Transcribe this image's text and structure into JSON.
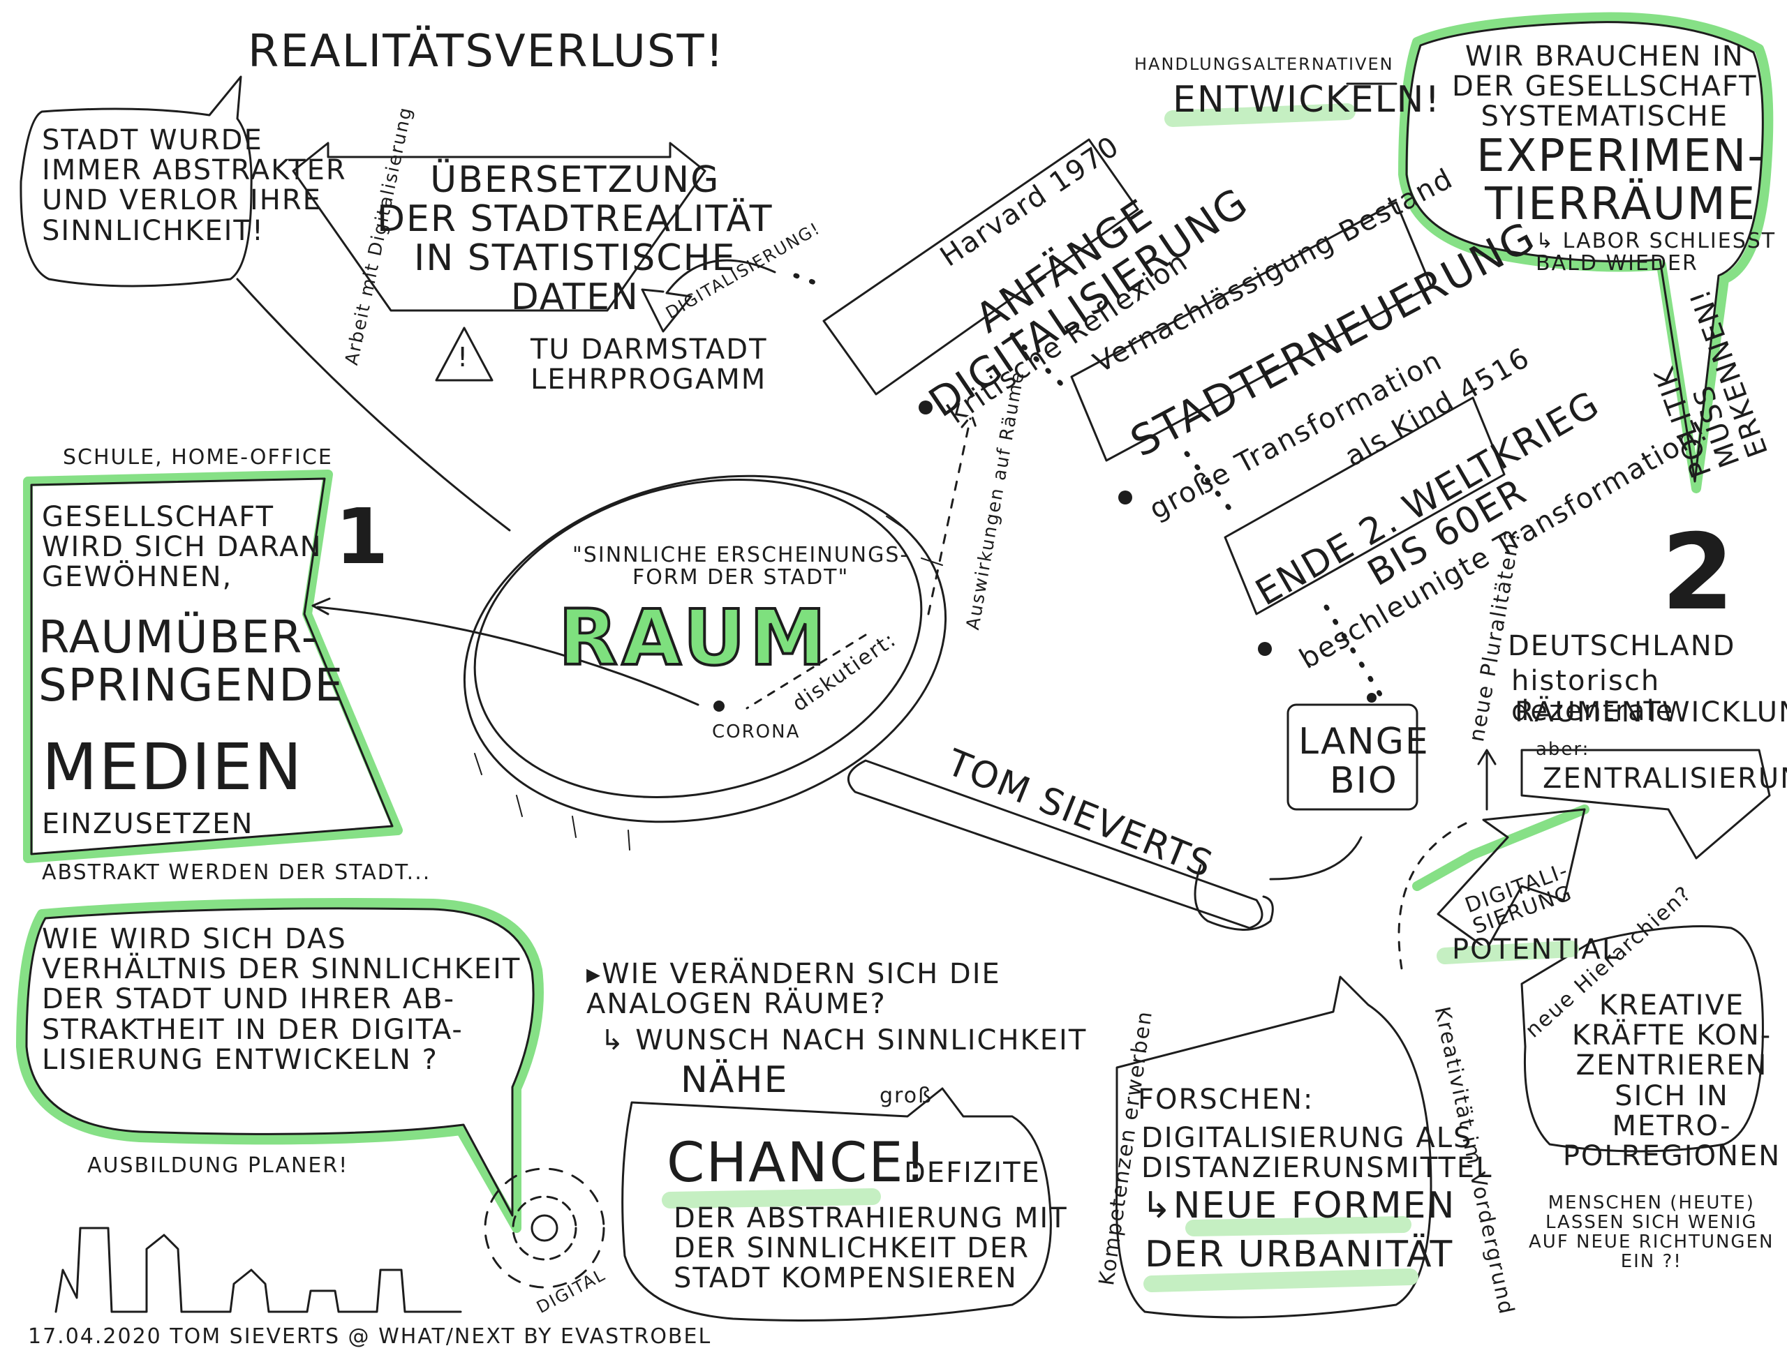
{
  "realitaet": {
    "title": "REALITÄTSVERLUST!"
  },
  "bubble_stadt": {
    "text": "STADT WURDE\nIMMER ABSTRAKTER\nUND VERLOR IHRE\nSINNLICHKEIT!"
  },
  "pentagon": {
    "text": "ÜBERSETZUNG\nDER STADTREALITÄT\nIN STATISTISCHE\nDATEN",
    "side": "Arbeit mit Digitalisierung"
  },
  "digitalisierung_arrow": {
    "label": "DIGITALISIERUNG!"
  },
  "warning": {
    "symbol": "!",
    "text": "TU DARMSTADT\nLEHRPROGAMM"
  },
  "harvard": {
    "year": "Harvard 1970",
    "box": "ANFÄNGE\nDIGITALISIERUNG",
    "sub": "kritische Reflexion"
  },
  "stadterneuerung": {
    "top": "Vernachlässigung Bestand",
    "box": "STADTERNEUERUNG",
    "sub": "große Transformation"
  },
  "weltkrieg": {
    "top": "als Kind 4516",
    "box": "ENDE 2. WELTKRIEG\nBIS 60er",
    "sub": "beschleunigte Transformation!"
  },
  "handlung": {
    "small": "HANDLUNGSALTERNATIVEN",
    "big": "ENTWICKELN!"
  },
  "bubble_gesellschaft": {
    "line1": "WIR BRAUCHEN IN\nDER GESELLSCHAFT\nSYSTEMATISCHE",
    "line2": "EXPERIMEN-\nTIERRÄUME",
    "line3": "↳ LABOR SCHLIESST\nBALD WIEDER",
    "side": "POLITIK MUSS ERKENNEN!"
  },
  "schule": {
    "text": "SCHULE, HOME-OFFICE"
  },
  "number1": {
    "text": "1"
  },
  "number2": {
    "text": "2"
  },
  "left_box": {
    "line1": "GESELLSCHAFT\nWIRD SICH DARAN\nGEWÖHNEN,",
    "line2": "RAUMÜBER-\nSPRINGENDE",
    "line3": "MEDIEN",
    "line4": "EINZUSETZEN"
  },
  "abstrakt": {
    "text": "ABSTRAKT WERDEN DER STADT..."
  },
  "lens": {
    "quote": "\"SINNLICHE ERSCHEINUNGS-\nFORM DER STADT\"",
    "raum": "RAUM",
    "diskutiert": "diskutiert:",
    "corona": "CORONA",
    "auswirkungen": "Auswirkungen auf Räume"
  },
  "tom": {
    "text": "TOM SIEVERTS"
  },
  "lange_bio": {
    "text": "LANGE\nBIO"
  },
  "pluralitaeten": {
    "text": "neue Pluralitäten?"
  },
  "deutschland": {
    "title": "DEUTSCHLAND",
    "sub": "historisch dezentrale",
    "big": "RÄUMENTWICKLUNG"
  },
  "zentral": {
    "aber": "aber:",
    "text": "ZENTRALISIERUNG"
  },
  "digi_arrow": {
    "text": "DIGITALI-\nSIERUNG",
    "potential": "POTENTIAL",
    "hierarchien": "neue Hierarchien?"
  },
  "kreative": {
    "text": "KREATIVE\nKRÄFTE KON-\nZENTRIEREN\nSICH IN METRO-\nPOLREGIONEN"
  },
  "menschen": {
    "text": "MENSCHEN (HEUTE)\nLASSEN SICH WENIG\nAUF NEUE RICHTUNGEN\nEIN ?!"
  },
  "bubble_frage": {
    "text": "WIE WIRD SICH DAS\nVERHÄLTNIS DER SINNLICHKEIT\nDER STADT UND IHRER AB-\nSTRAKTHEIT IN DER DIGITA-\nLISIERUNG ENTWICKELN ?"
  },
  "ausbildung": {
    "text": "AUSBILDUNG PLANER!"
  },
  "digital": {
    "text": "DIGITAL"
  },
  "analog": {
    "line1": "▸WIE VERÄNDERN SICH DIE\nANALOGEN RÄUME?",
    "line2": "↳ WUNSCH NACH SINNLICHKEIT",
    "line3": "NÄHE"
  },
  "chance": {
    "gross": "groß",
    "big": "CHANCE!",
    "rest": "DEFIZITE",
    "text": "DER ABSTRAHIERUNG MIT\nDER SINNLICHKEIT DER\nSTADT KOMPENSIEREN"
  },
  "forschen": {
    "title": "FORSCHEN:",
    "text": "DIGITALISIERUNG ALS\nDISTANZIERUNSMITTEL",
    "arrow": "↳NEUE FORMEN",
    "last": "DER URBANITÄT",
    "left": "Kompetenzen erwerben",
    "right": "Kreativität im Vordergrund"
  },
  "footer": {
    "text": "17.04.2020 TOM SIEVERTS @ WHAT/NEXT by EvaStrobel"
  },
  "colors": {
    "ink": "#1d1d1d",
    "highlight": "#86e086",
    "highlight_soft": "#c5efc2"
  }
}
